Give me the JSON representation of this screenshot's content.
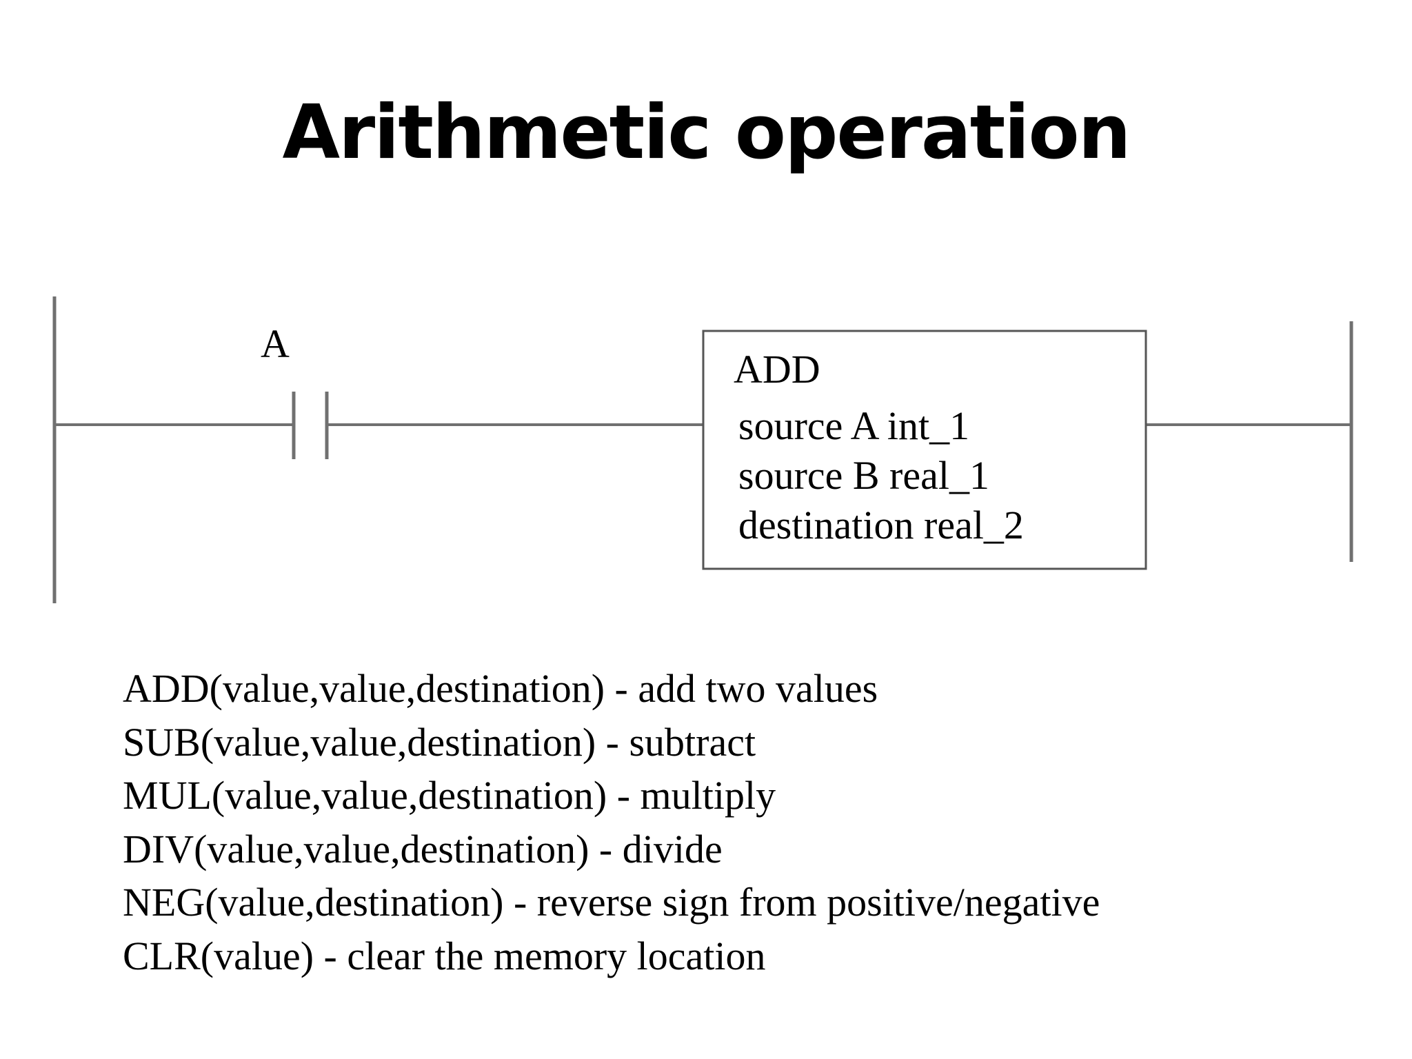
{
  "slide": {
    "title": "Arithmetic operation"
  },
  "diagram": {
    "contact_label": "A",
    "block": {
      "name": "ADD",
      "lines": [
        "source A int_1",
        "source B real_1",
        "destination real_2"
      ]
    },
    "colors": {
      "rail": "#707070",
      "wire": "#707070",
      "block_border": "#555555"
    }
  },
  "instructions": [
    "ADD(value,value,destination) - add two values",
    "SUB(value,value,destination) - subtract",
    "MUL(value,value,destination) - multiply",
    "DIV(value,value,destination) - divide",
    "NEG(value,destination) - reverse sign from positive/negative",
    "CLR(value) - clear the memory location"
  ]
}
